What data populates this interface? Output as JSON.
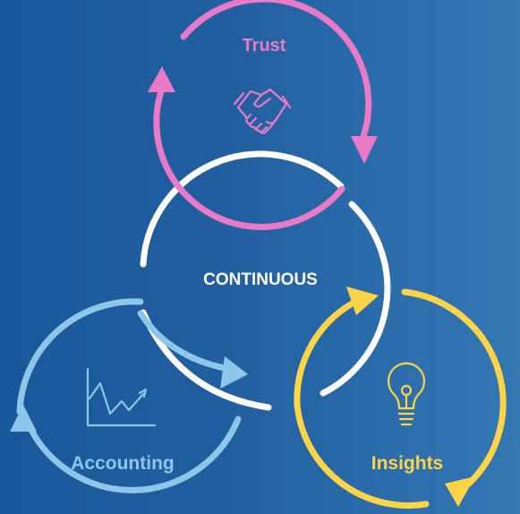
{
  "diagram": {
    "center_label": "CONTINUOUS",
    "cycles": [
      {
        "id": "trust",
        "label": "Trust",
        "color": "#e87ac8",
        "icon": "handshake-icon"
      },
      {
        "id": "accounting",
        "label": "Accounting",
        "color": "#8cc7ea",
        "icon": "line-chart-icon"
      },
      {
        "id": "insights",
        "label": "Insights",
        "color": "#fdd348",
        "icon": "lightbulb-icon"
      }
    ],
    "center_color": "#ffffff"
  }
}
